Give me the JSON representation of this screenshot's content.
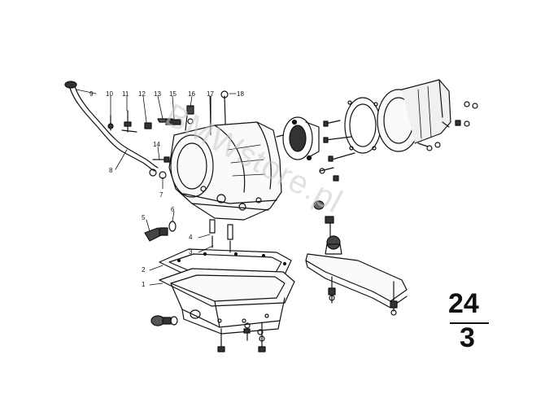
{
  "diagram": {
    "callouts": [
      "1",
      "2",
      "3",
      "4",
      "5",
      "6",
      "7",
      "8",
      "9",
      "10",
      "11",
      "12",
      "13",
      "14",
      "15",
      "16",
      "17",
      "18"
    ],
    "group_number": "24",
    "sub_number": "3",
    "watermark": "BMWstore.pl",
    "colors": {
      "ink": "#111111",
      "background": "#ffffff",
      "watermark": "#c9c9c9"
    }
  }
}
